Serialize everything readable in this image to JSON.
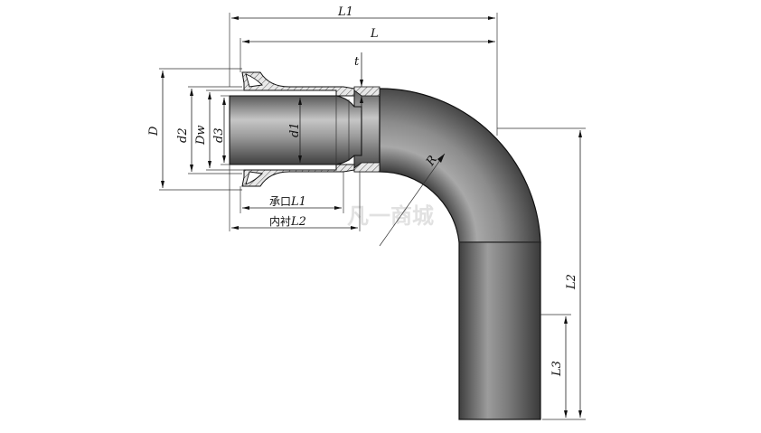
{
  "diagram": {
    "labels": {
      "L1_top": "L1",
      "L": "L",
      "t": "t",
      "D": "D",
      "d2": "d2",
      "Dw": "Dw",
      "d3": "d3",
      "d1": "d1",
      "R": "R",
      "L2_right": "L2",
      "L3": "L3",
      "socket_L1": "承口",
      "socket_L1_sym": "L1",
      "liner_L2": "内衬",
      "liner_L2_sym": "L2"
    },
    "watermark": "凡一商城"
  },
  "colors": {
    "pipe_dark": "#4a4a4a",
    "pipe_mid": "#8a8a8a",
    "pipe_light": "#c8c8c8",
    "line": "#111111"
  }
}
